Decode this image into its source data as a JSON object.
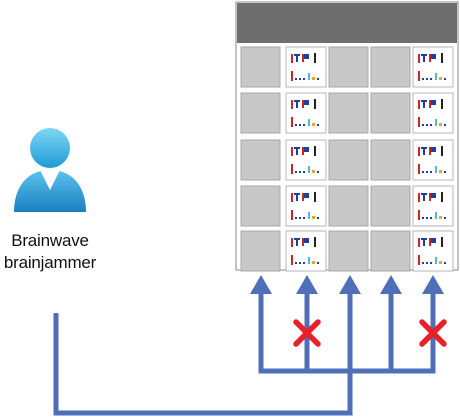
{
  "person": {
    "icon": "user-avatar-icon",
    "name_line1": "Brainwave",
    "name_line2": "brainjammer"
  },
  "grid": {
    "rows": 5,
    "columns": 5,
    "header_color": "#6e6e6e",
    "cell_color": "#c8c8c8",
    "chart_columns": [
      1,
      4
    ],
    "cell_icon": "mini-chart-icon"
  },
  "arrows": {
    "color": "#4f6fb8",
    "count": 5,
    "blocked_columns": [
      1,
      4
    ],
    "blocked_icon": "red-x-icon",
    "blocked_color": "#e8202a"
  }
}
